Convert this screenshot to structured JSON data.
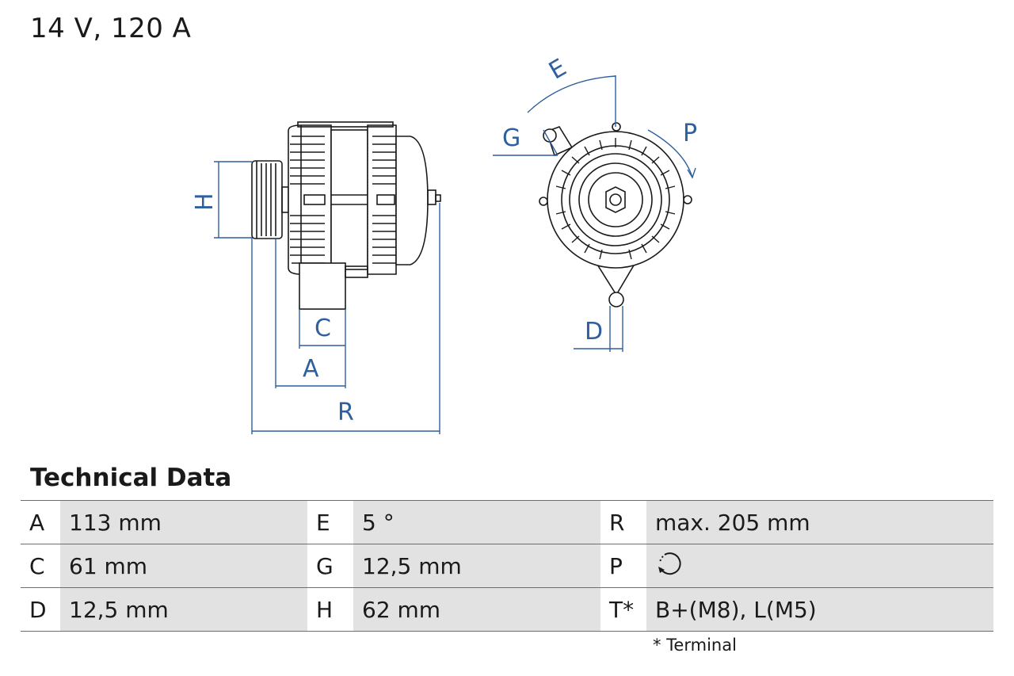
{
  "header": {
    "title": "14 V, 120 A"
  },
  "drawing": {
    "line_color": "#1a1a1a",
    "dimension_color": "#2f5f9e",
    "labels": {
      "A": "A",
      "C": "C",
      "D": "D",
      "E": "E",
      "G": "G",
      "H": "H",
      "P": "P",
      "R": "R"
    }
  },
  "technical_data": {
    "title": "Technical Data",
    "rows": [
      [
        {
          "key": "A",
          "value": "113 mm"
        },
        {
          "key": "E",
          "value": "5 °"
        },
        {
          "key": "R",
          "value": "max. 205 mm"
        }
      ],
      [
        {
          "key": "C",
          "value": "61 mm"
        },
        {
          "key": "G",
          "value": "12,5 mm"
        },
        {
          "key": "P",
          "value": "",
          "icon": "clockwise-rotation-icon"
        }
      ],
      [
        {
          "key": "D",
          "value": "12,5 mm"
        },
        {
          "key": "H",
          "value": "62 mm"
        },
        {
          "key": "T*",
          "value": "B+(M8), L(M5)"
        }
      ]
    ],
    "footnote": "* Terminal"
  }
}
